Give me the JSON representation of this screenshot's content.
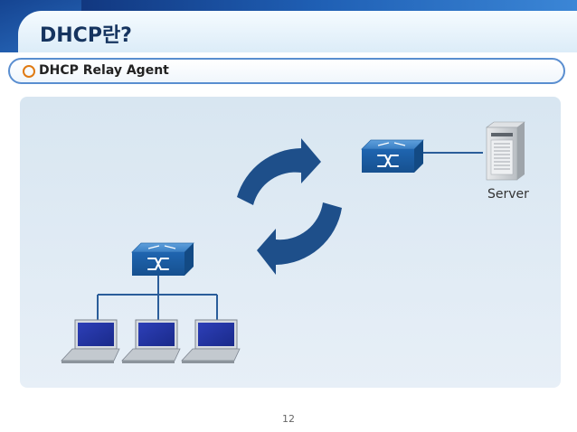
{
  "header": {
    "title": "DHCP란?"
  },
  "section": {
    "title": "DHCP Relay Agent"
  },
  "diagram": {
    "server_label": "Server",
    "nodes": [
      "switch",
      "switch",
      "server",
      "laptop",
      "laptop",
      "laptop"
    ],
    "colors": {
      "switch": "#1c5fa8",
      "arrow": "#1e4f8a",
      "link": "#2a5d9a",
      "server": "#c9cdd1"
    }
  },
  "footer": {
    "page_number": "12"
  }
}
